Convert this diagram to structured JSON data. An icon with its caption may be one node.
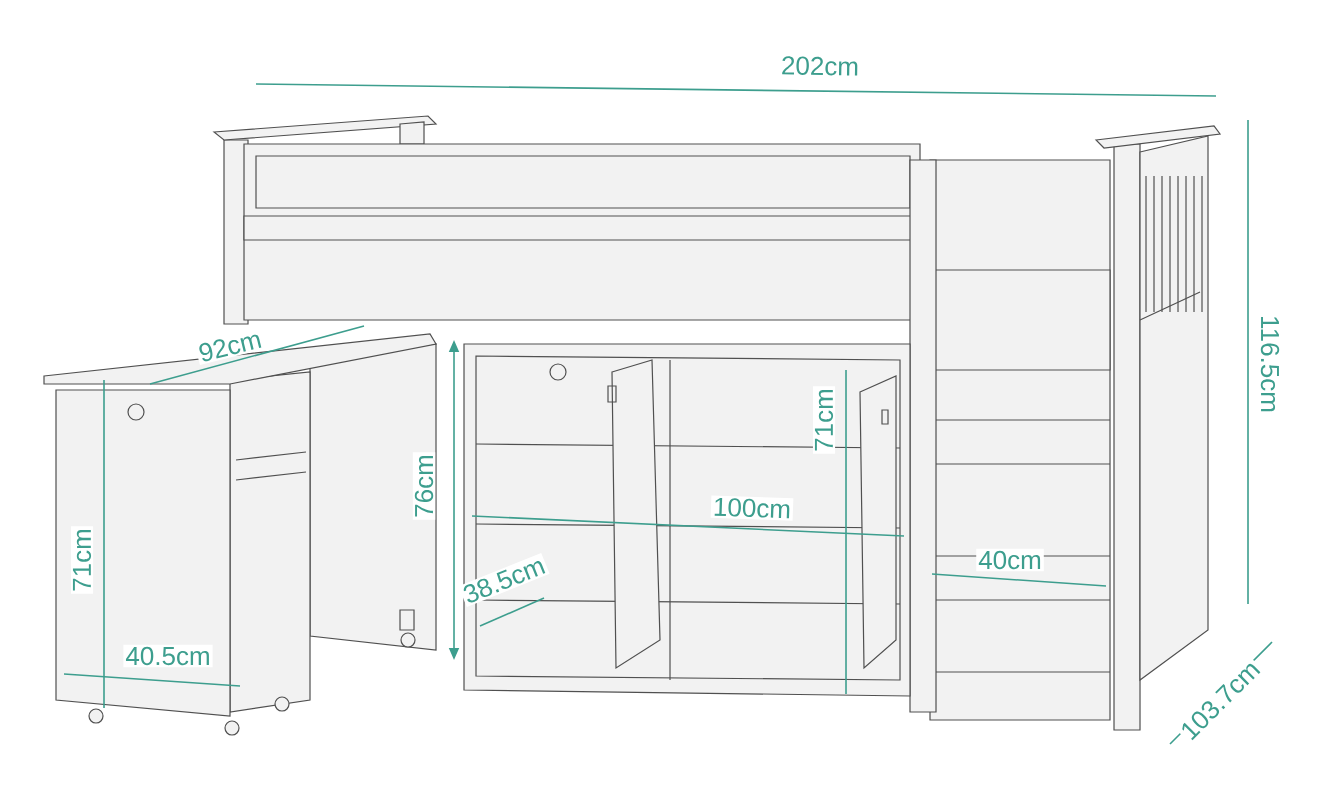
{
  "diagram": {
    "labels": [
      "202cm",
      "92cm",
      "116.5cm",
      "71cm",
      "76cm",
      "71cm",
      "100cm",
      "40cm",
      "38.5cm",
      "40.5cm",
      "103.7cm"
    ]
  }
}
